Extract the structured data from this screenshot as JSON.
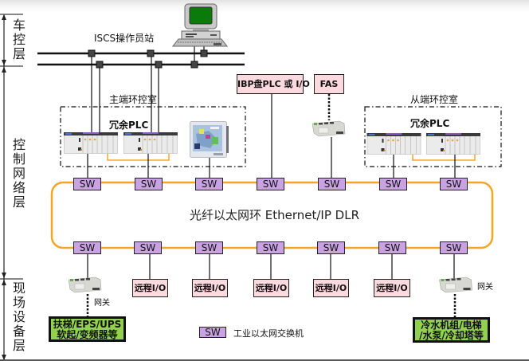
{
  "layers": {
    "vehicle_control": "车控层",
    "control_network": "控制网络层",
    "field_devices": "现场设备层"
  },
  "scada": {
    "label": "ISCS操作员站",
    "icon": "workstation-computer-icon"
  },
  "master_room": {
    "label": "主端环控室",
    "plc_label": "冗余PLC"
  },
  "slave_room": {
    "label": "从端环控室",
    "plc_label": "冗余PLC"
  },
  "ibp_panel": {
    "label": "IBP盘PLC 或 I/O"
  },
  "fas": {
    "label": "FAS"
  },
  "ring": {
    "label": "光纤以太网环 Ethernet/IP DLR"
  },
  "switches_top": [
    "SW",
    "SW",
    "SW",
    "SW",
    "SW",
    "SW",
    "SW"
  ],
  "switches_bottom": [
    "SW",
    "SW",
    "SW",
    "SW",
    "SW",
    "SW",
    "SW"
  ],
  "remote_io": [
    "远程I/O",
    "远程I/O",
    "远程I/O",
    "远程I/O",
    "远程I/O"
  ],
  "gateways": {
    "left": "网关",
    "right": "网关"
  },
  "field_equipment": [
    {
      "line1": "扶梯/EPS/UPS",
      "line2": "软起/变频器等"
    },
    {
      "line1": "冷水机组/电梯",
      "line2": "/水泵/冷却塔等"
    }
  ],
  "legend": {
    "symbol": "SW",
    "description": "工业以太网交换机"
  },
  "colors": {
    "ring": "#f5a623",
    "switch": "#c9a2e3",
    "pink_box": "#fcd9de",
    "green_box": "#92d050",
    "screen": "#0a7a0a"
  }
}
